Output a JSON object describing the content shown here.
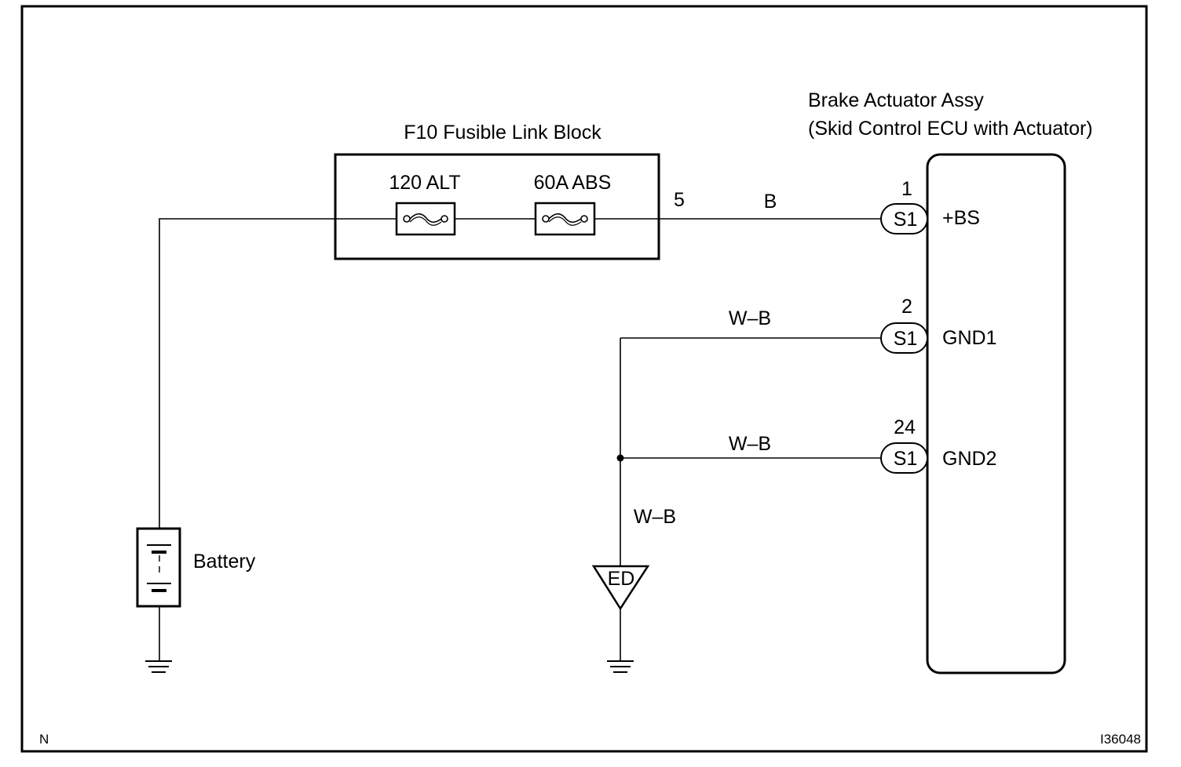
{
  "fusible_link_block": {
    "title": "F10 Fusible Link Block",
    "fuse1_label": "120 ALT",
    "fuse2_label": "60A ABS",
    "output_pin": "5"
  },
  "ecu": {
    "title_line1": "Brake Actuator Assy",
    "title_line2": "(Skid Control ECU with Actuator)",
    "terminals": [
      {
        "pin": "1",
        "connector": "S1",
        "name": "+BS",
        "wire_color": "B"
      },
      {
        "pin": "2",
        "connector": "S1",
        "name": "GND1",
        "wire_color": "W–B"
      },
      {
        "pin": "24",
        "connector": "S1",
        "name": "GND2",
        "wire_color": "W–B"
      }
    ]
  },
  "ground_wire_color": "W–B",
  "ground_point": "ED",
  "battery_label": "Battery",
  "corner_code": "N",
  "figure_id": "I36048"
}
